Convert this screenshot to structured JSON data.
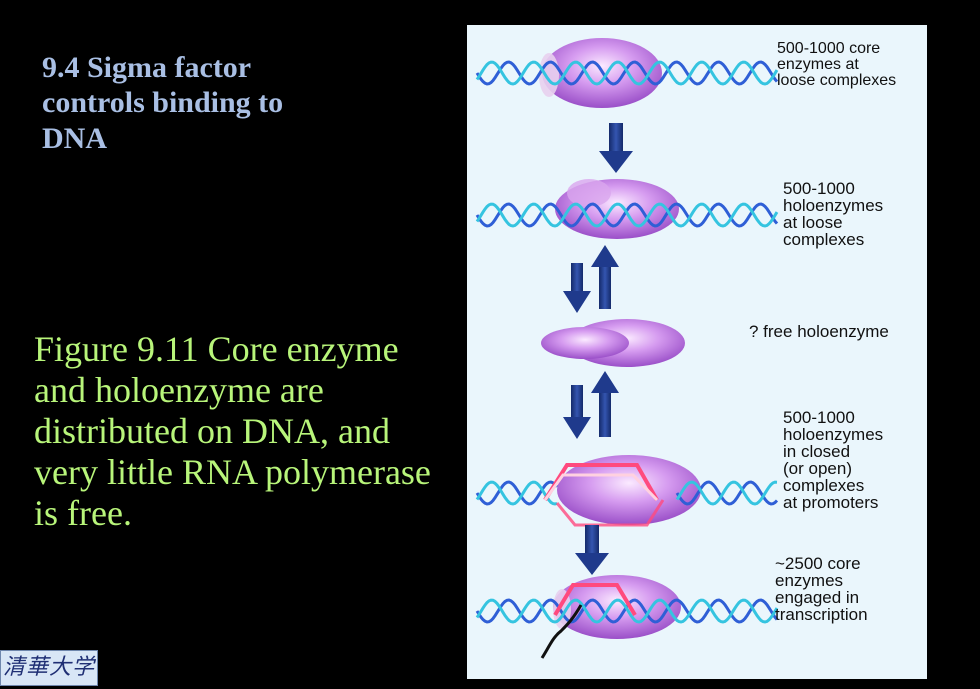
{
  "heading": "9.4 Sigma factor controls binding to DNA",
  "caption": "Figure 9.11 Core enzyme and holoenzyme are distributed on DNA, and very little RNA polymerase is free.",
  "logo_text": "清華大学",
  "diagram": {
    "labels": {
      "row1": "500-1000 core\nenzymes at\nloose complexes",
      "row2": "500-1000\nholoenzymes\nat loose\ncomplexes",
      "row3": "? free holoenzyme",
      "row4": "500-1000\nholoenzymes\nin closed\n(or open)\ncomplexes\nat promoters",
      "row5": "~2500 core\nenzymes\nengaged in\ntranscription"
    },
    "colors": {
      "dna_strand_a": "#2f5fd6",
      "dna_strand_b": "#35c4e0",
      "enzyme": "#b060d8",
      "bubble": "#ff4a7e",
      "arrow": "#1f3a8c",
      "panel_bg": "#eaf6fc"
    }
  }
}
